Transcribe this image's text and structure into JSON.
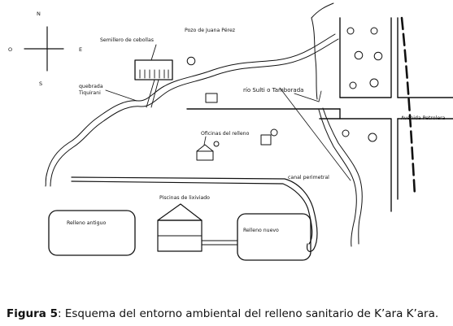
{
  "compass": {
    "north": "N",
    "south": "S",
    "east": "E",
    "west": "O"
  },
  "labels": {
    "semillero": "Semillero de cebollas",
    "pozo": "Pozo de Juana Pérez",
    "quebrada_line1": "quebrada",
    "quebrada_line2": "Tiquirani",
    "rio": "río Sulti o Tamborada",
    "oficinas": "Oficinas del relleno",
    "avenida": "Avenida Petrolera",
    "canal": "canal perimetral",
    "piscinas": "Piscinas de lixiviado",
    "relleno_antiguo": "Relleno antiguo",
    "relleno_nuevo": "Relleno nuevo"
  },
  "caption": {
    "label": "Figura 5",
    "text": "Esquema del entorno ambiental del relleno sanitario de K’ara K’ara."
  }
}
